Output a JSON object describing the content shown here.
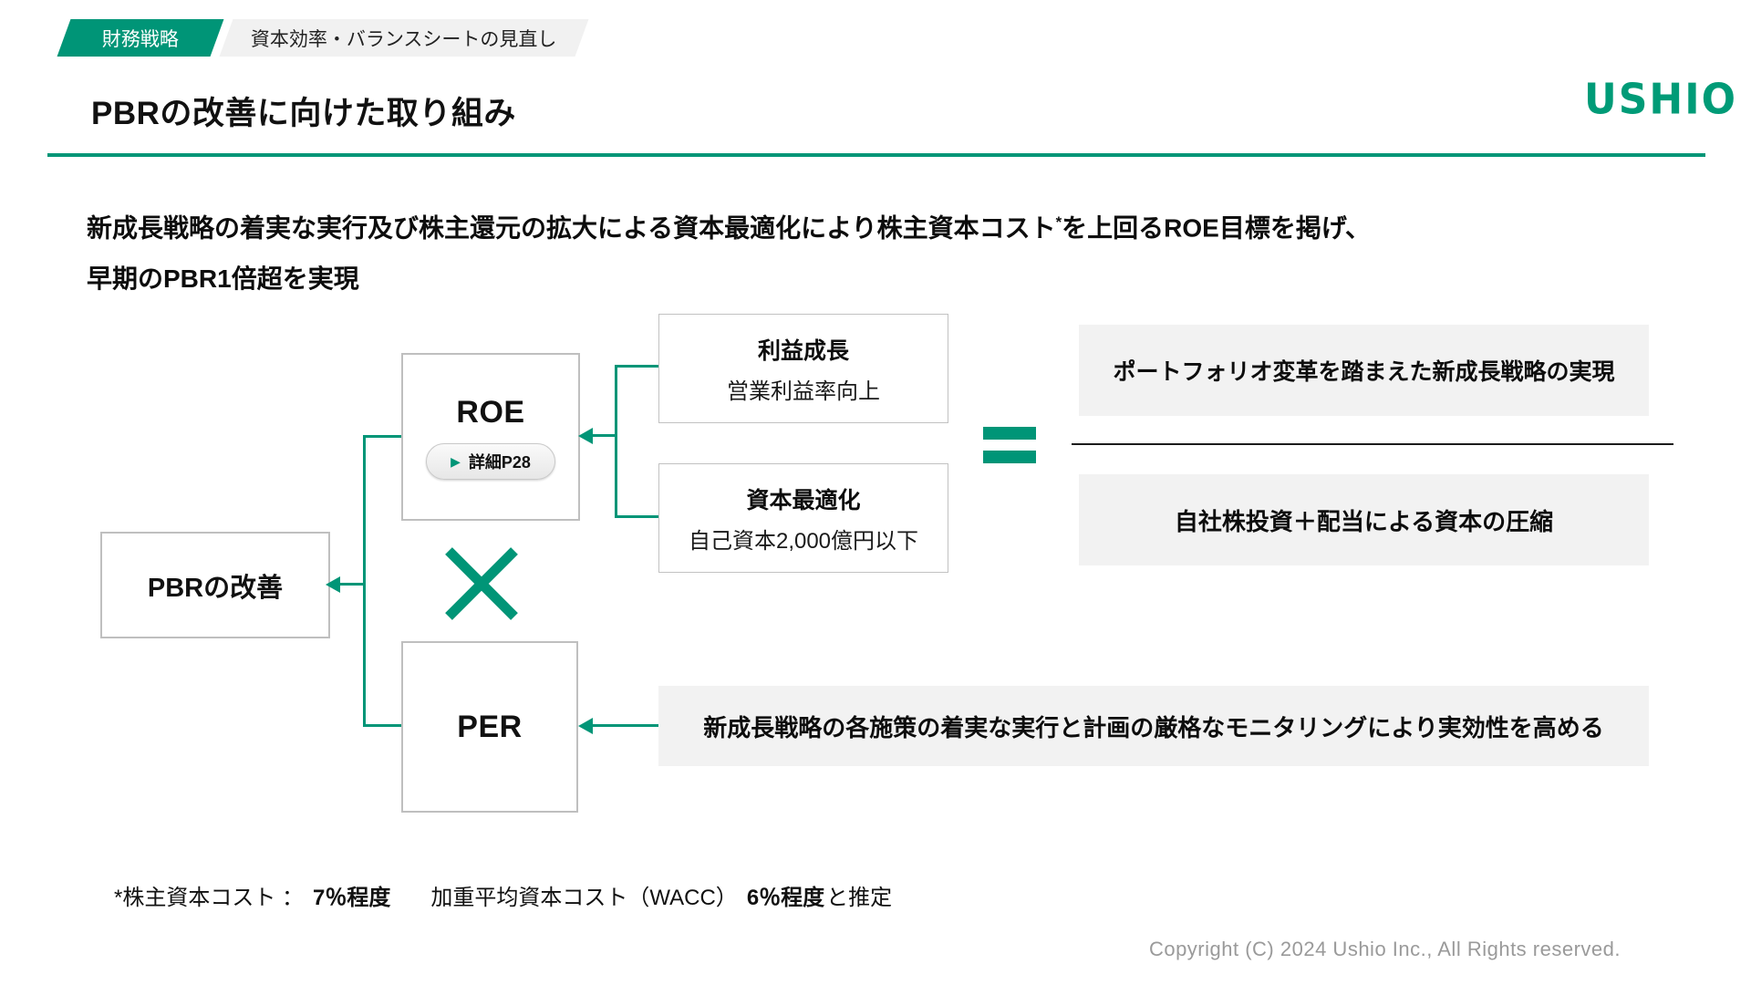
{
  "colors": {
    "accent": "#009577",
    "logo_green": "#009B77",
    "panel_gray": "#F2F2F2",
    "border_gray": "#BFBFBF"
  },
  "header": {
    "badge_primary": "財務戦略",
    "badge_secondary": "資本効率・バランスシートの見直し",
    "title": "PBRの改善に向けた取り組み",
    "logo": "USHIO"
  },
  "lead": {
    "line1": "新成長戦略の着実な実行及び株主還元の拡大による資本最適化により株主資本コスト",
    "line1_sup": "*",
    "line1_cont": "を上回るROE目標を掲げ、",
    "line2": "早期のPBR1倍超を実現"
  },
  "icons": {
    "detail_play": "▶",
    "multiply": "×",
    "equals": "="
  },
  "diagram": {
    "pbr": "PBRの改善",
    "roe": "ROE",
    "roe_detail": "詳細P28",
    "per": "PER",
    "profit": {
      "title": "利益成長",
      "subtitle": "営業利益率向上"
    },
    "capital": {
      "title": "資本最適化",
      "subtitle": "自己資本2,000億円以下"
    },
    "right_top": "ポートフォリオ変革を踏まえた新成長戦略の実現",
    "right_bottom": "自社株投資＋配当による資本の圧縮",
    "per_note": "新成長戦略の各施策の着実な実行と計画の厳格なモニタリングにより実効性を高める"
  },
  "footnote": {
    "prefix": "*株主資本コスト ：",
    "value1": "7％程度",
    "middle": "加重平均資本コスト（WACC）",
    "value2": "6％程度",
    "suffix": "と推定"
  },
  "footer": {
    "copyright": "Copyright (C) 2024 Ushio Inc., All Rights reserved."
  }
}
